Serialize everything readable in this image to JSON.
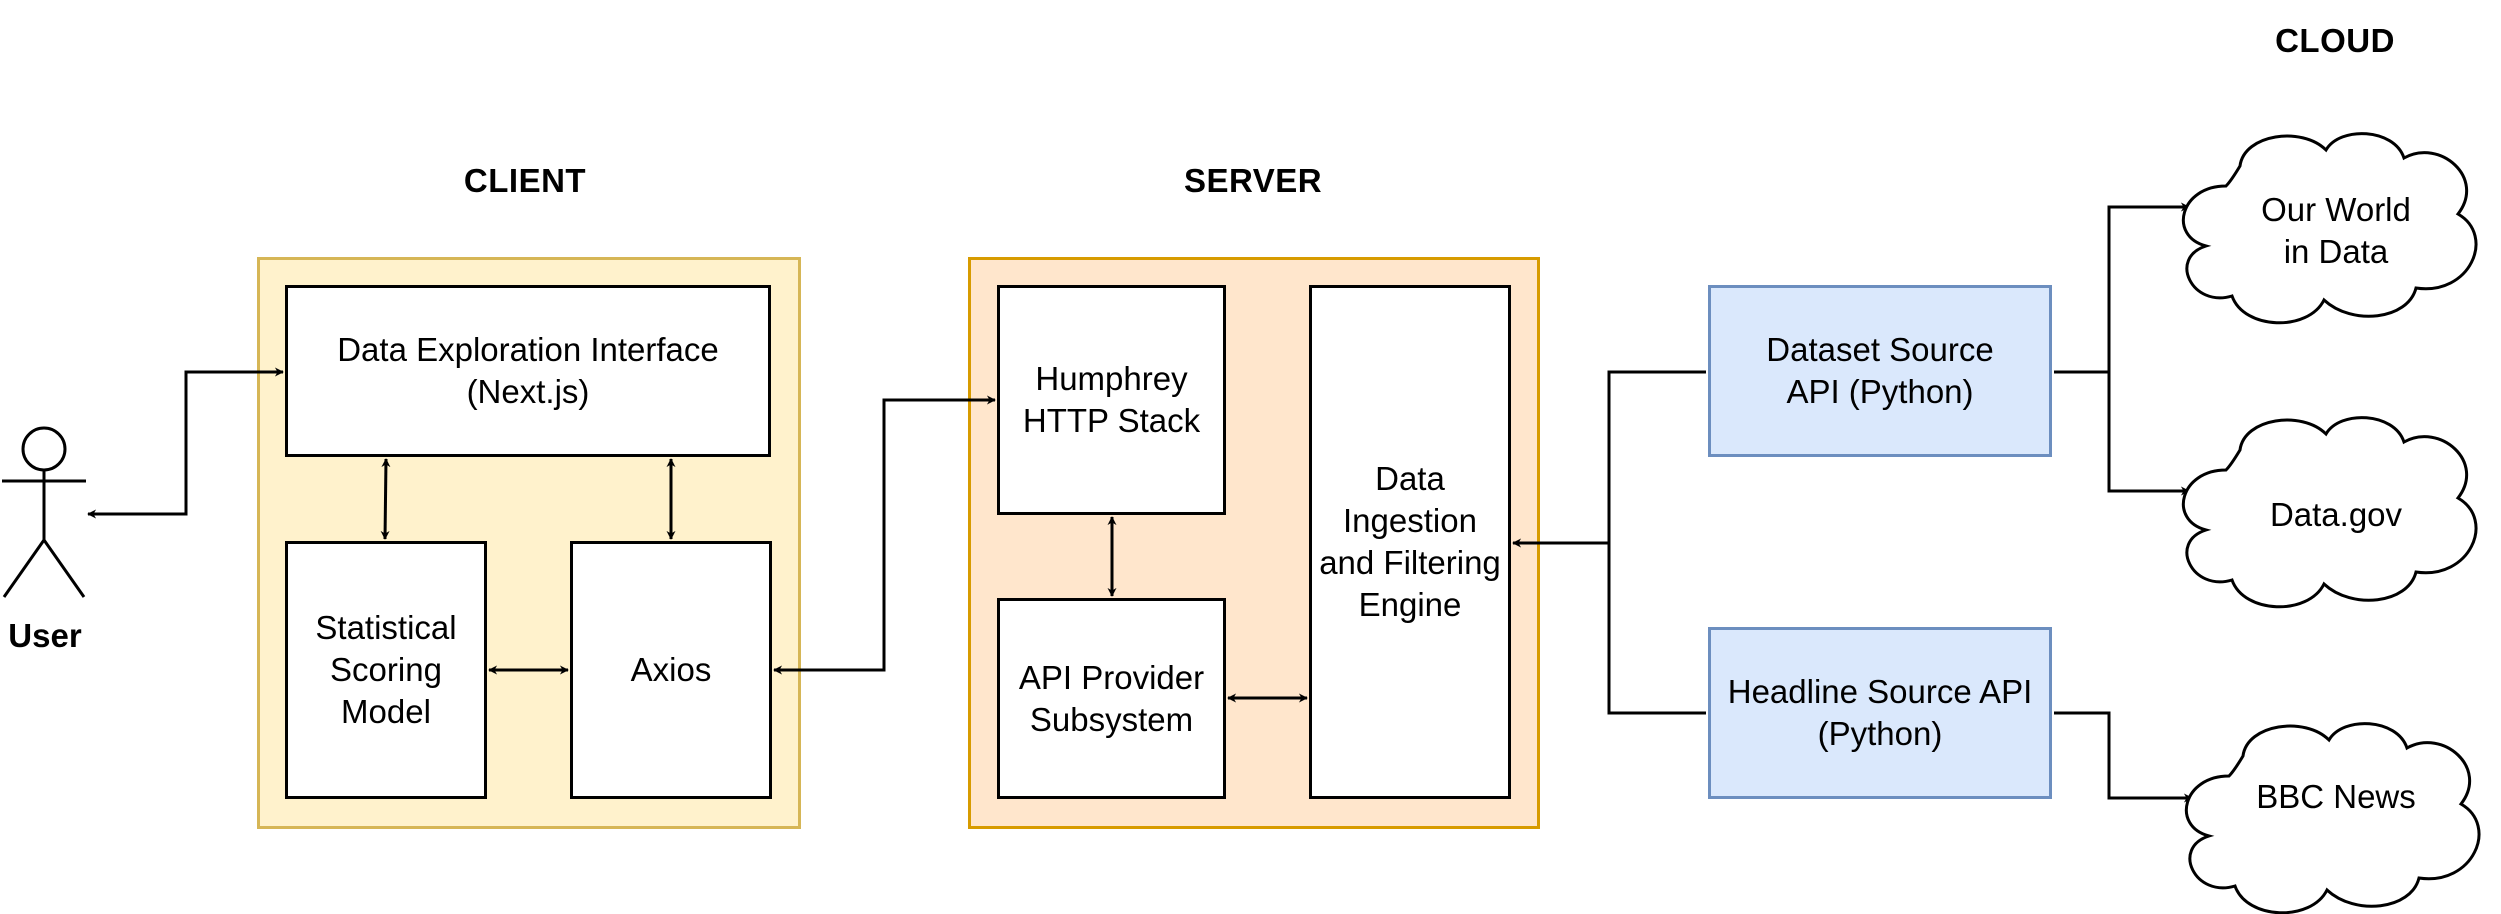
{
  "sections": {
    "client": "CLIENT",
    "server": "SERVER",
    "cloud": "CLOUD"
  },
  "actor": {
    "label": "User"
  },
  "client": {
    "interface": "Data Exploration Interface\n(Next.js)",
    "scoring_model": "Statistical\nScoring\nModel",
    "axios": "Axios"
  },
  "server": {
    "http_stack": "Humphrey\nHTTP Stack",
    "api_provider": "API Provider\nSubsystem",
    "engine": "Data\nIngestion\nand Filtering\nEngine"
  },
  "apis": {
    "dataset": "Dataset Source\nAPI (Python)",
    "headline": "Headline Source API\n(Python)"
  },
  "clouds": {
    "owid": "Our World\nin Data",
    "datagov": "Data.gov",
    "bbc": "BBC News"
  },
  "colors": {
    "client_fill": "#fff2cc",
    "client_stroke": "#d6b656",
    "server_fill": "#ffe6cc",
    "server_stroke": "#d79b00",
    "api_fill": "#dae8fc",
    "api_stroke": "#6c8ebf"
  }
}
